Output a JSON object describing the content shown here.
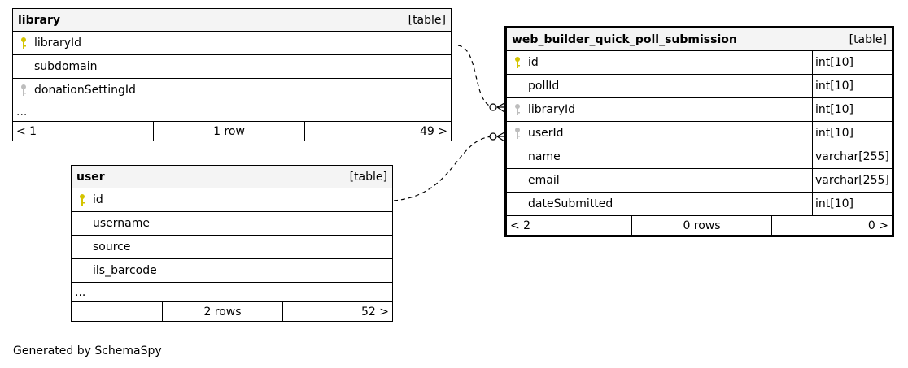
{
  "tables": {
    "library": {
      "name": "library",
      "tag": "[table]",
      "columns": [
        "libraryId",
        "subdomain",
        "donationSettingId"
      ],
      "ellipsis": "...",
      "footer": {
        "prev": "< 1",
        "rows": "1 row",
        "next": "49 >"
      }
    },
    "user": {
      "name": "user",
      "tag": "[table]",
      "columns": [
        "id",
        "username",
        "source",
        "ils_barcode"
      ],
      "ellipsis": "...",
      "footer": {
        "prev": "",
        "rows": "2 rows",
        "next": "52 >"
      }
    },
    "poll": {
      "name": "web_builder_quick_poll_submission",
      "tag": "[table]",
      "columns": [
        {
          "name": "id",
          "type": "int[10]"
        },
        {
          "name": "pollId",
          "type": "int[10]"
        },
        {
          "name": "libraryId",
          "type": "int[10]"
        },
        {
          "name": "userId",
          "type": "int[10]"
        },
        {
          "name": "name",
          "type": "varchar[255]"
        },
        {
          "name": "email",
          "type": "varchar[255]"
        },
        {
          "name": "dateSubmitted",
          "type": "int[10]"
        }
      ],
      "footer": {
        "prev": "< 2",
        "rows": "0 rows",
        "next": "0 >"
      }
    }
  },
  "colors": {
    "primary_key": "#d4c400",
    "foreign_key": "#bdbdbd"
  },
  "icons": {
    "primary_key": "key-icon",
    "foreign_key": "key-icon"
  },
  "credit": "Generated by SchemaSpy"
}
